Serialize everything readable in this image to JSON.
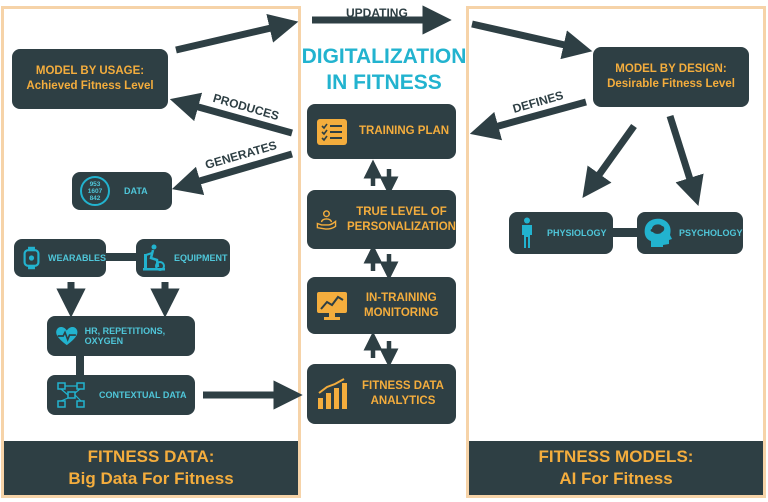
{
  "title": {
    "line1": "DIGITALIZATION",
    "line2": "IN FITNESS"
  },
  "labels": {
    "updating": "UPDATING",
    "produces": "PRODUCES",
    "generates": "GENERATES",
    "defines": "DEFINES"
  },
  "left": {
    "model_by_usage": {
      "line1": "MODEL BY USAGE:",
      "line2": "Achieved Fitness Level"
    },
    "data": {
      "label": "DATA",
      "icon_text": [
        "953",
        "1607",
        "842"
      ]
    },
    "wearables": "WEARABLES",
    "equipment": "EQUIPMENT",
    "hr": "HR, REPETITIONS, OXYGEN",
    "contextual": "CONTEXTUAL DATA",
    "footer": {
      "line1": "FITNESS DATA:",
      "line2": "Big Data For Fitness"
    }
  },
  "center": {
    "training_plan": "TRAINING PLAN",
    "personalization": {
      "line1": "TRUE LEVEL OF",
      "line2": "PERSONALIZATION"
    },
    "monitoring": {
      "line1": "IN-TRAINING",
      "line2": "MONITORING"
    },
    "analytics": {
      "line1": "FITNESS DATA",
      "line2": "ANALYTICS"
    }
  },
  "right": {
    "model_by_design": {
      "line1": "MODEL BY DESIGN:",
      "line2": "Desirable Fitness Level"
    },
    "physiology": "PHYSIOLOGY",
    "psychology": "PSYCHOLOGY",
    "footer": {
      "line1": "FITNESS MODELS:",
      "line2": "AI For Fitness"
    }
  },
  "colors": {
    "dark": "#2e3f44",
    "orange": "#f4ad3d",
    "cyan": "#22b3cf",
    "border": "#f6d3a8"
  }
}
